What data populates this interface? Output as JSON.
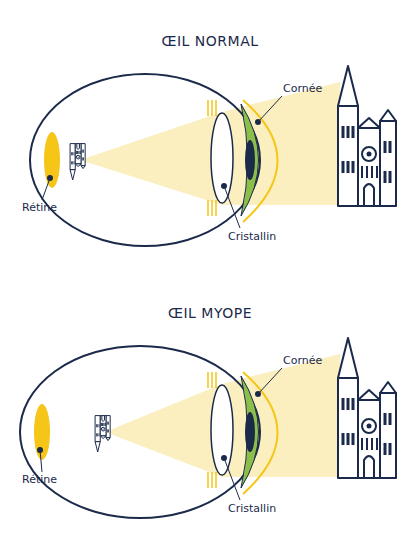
{
  "diagram": {
    "labels": [
      "ŒIL NORMAL",
      "Cornée",
      "Rétine",
      "Cristallin",
      "ŒIL MYOPE",
      "Cornée",
      "Rétine",
      "Cristallin"
    ]
  }
}
